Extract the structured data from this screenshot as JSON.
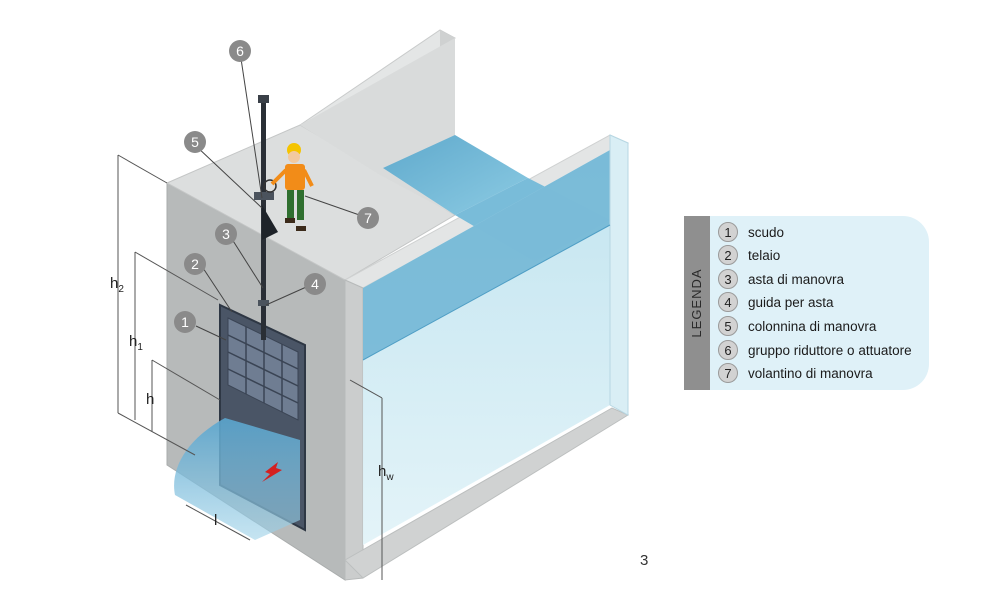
{
  "legend": {
    "title": "LEGENDA",
    "items": [
      {
        "num": "1",
        "label": "scudo"
      },
      {
        "num": "2",
        "label": "telaio"
      },
      {
        "num": "3",
        "label": "asta di manovra"
      },
      {
        "num": "4",
        "label": "guida per asta"
      },
      {
        "num": "5",
        "label": "colonnina di manovra"
      },
      {
        "num": "6",
        "label": "gruppo riduttore o attuatore"
      },
      {
        "num": "7",
        "label": "volantino di manovra"
      }
    ]
  },
  "callouts": [
    "1",
    "2",
    "3",
    "4",
    "5",
    "6",
    "7"
  ],
  "dimensions": {
    "h2": {
      "main": "h",
      "sub": "2"
    },
    "h1": {
      "main": "h",
      "sub": "1"
    },
    "h": {
      "main": "h"
    },
    "hw": {
      "main": "h",
      "sub": "w"
    },
    "l": {
      "main": "l"
    }
  },
  "page_marker": "3",
  "colors": {
    "wall": "#d6d8d8",
    "wall_front": "#b9bcbc",
    "water": "#7fc3de",
    "glass": "#cfeaf2",
    "legend_bg": "#dff1f8",
    "legend_band": "#8f8f8f",
    "callout_fill": "#8a8a8a"
  },
  "icons": {
    "worker": "worker-figure",
    "gate": "sluice-gate",
    "flow": "flow-arrow-icon"
  }
}
